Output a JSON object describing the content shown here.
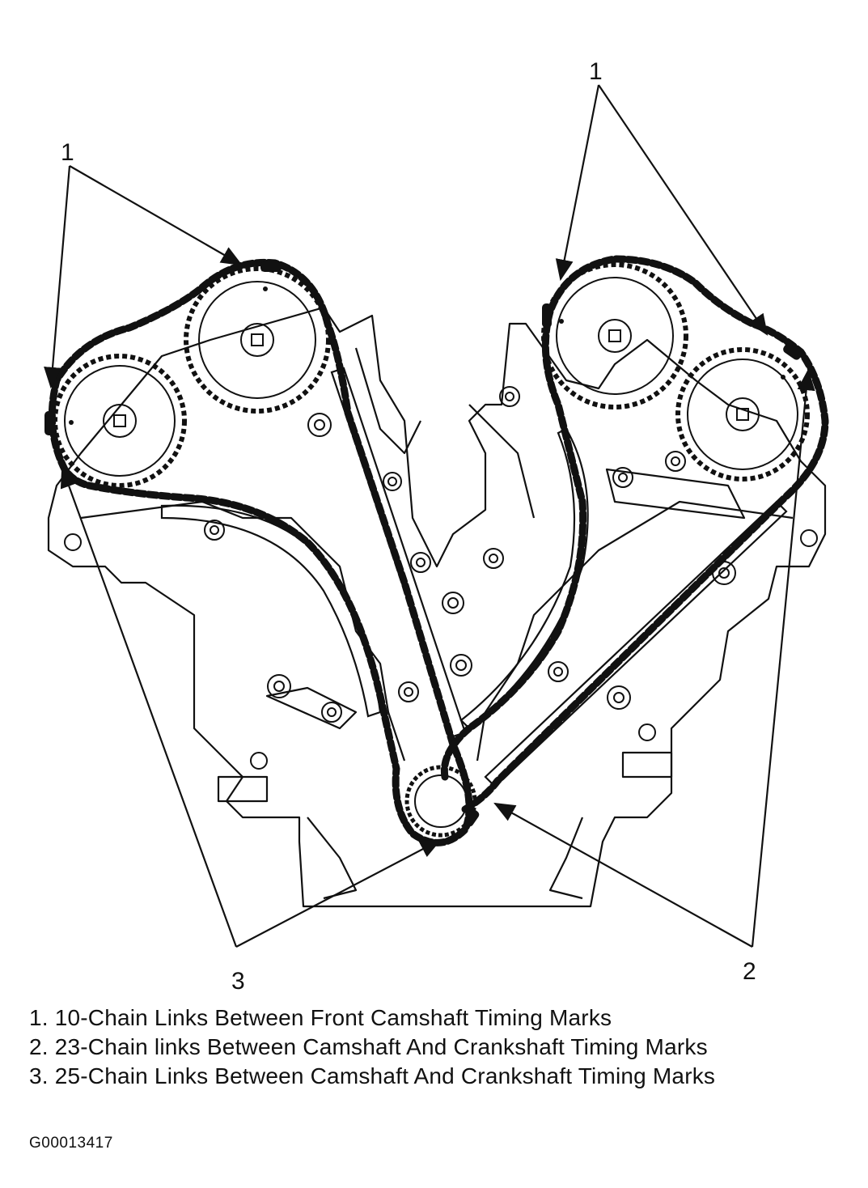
{
  "callouts": {
    "c1_left": "1",
    "c1_right": "1",
    "c2": "2",
    "c3": "3"
  },
  "legend": [
    {
      "text": "1. 10-Chain Links Between Front Camshaft Timing Marks"
    },
    {
      "text": "2. 23-Chain links Between Camshaft And Crankshaft Timing Marks"
    },
    {
      "text": "3. 25-Chain Links Between Camshaft And Crankshaft Timing Marks"
    }
  ],
  "figure_id": "G00013417",
  "colors": {
    "ink": "#111111",
    "background": "#ffffff"
  }
}
